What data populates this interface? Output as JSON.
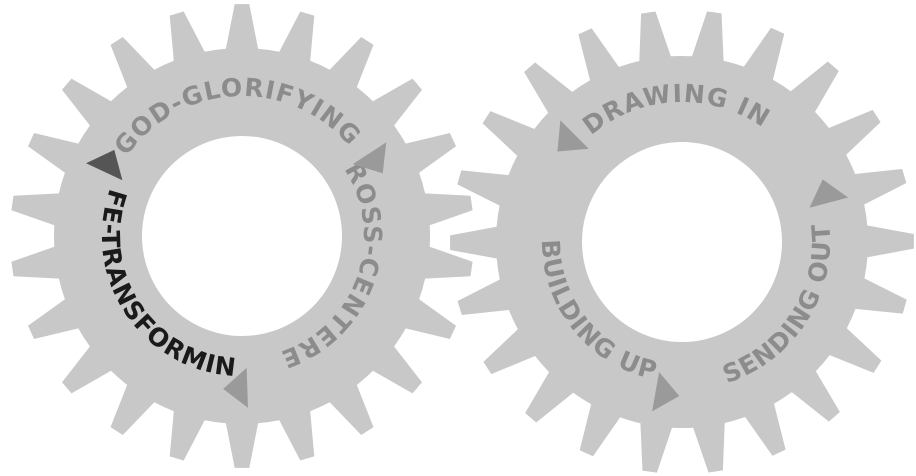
{
  "colors": {
    "gear_fill": "#c8c8c8",
    "text_light": "#8c8c8c",
    "text_dark": "#1a1a1a",
    "arrow_light": "#9a9a9a",
    "arrow_dark": "#555555"
  },
  "gears": [
    {
      "name": "left-gear",
      "labels": [
        {
          "text": "GOD-GLORIFYING",
          "style": "light"
        },
        {
          "text": "CROSS-CENTERED",
          "style": "light"
        },
        {
          "text": "LIFE-TRANSFORMING",
          "style": "dark"
        }
      ],
      "arrows": [
        {
          "name": "arrow-after-god-glorifying",
          "style": "light"
        },
        {
          "name": "arrow-after-cross-centered",
          "style": "light"
        },
        {
          "name": "arrow-after-life-transforming",
          "style": "dark"
        }
      ]
    },
    {
      "name": "right-gear",
      "labels": [
        {
          "text": "DRAWING IN",
          "style": "light"
        },
        {
          "text": "SENDING OUT",
          "style": "light"
        },
        {
          "text": "BUILDING UP",
          "style": "light"
        }
      ],
      "arrows": [
        {
          "name": "arrow-after-drawing-in",
          "style": "light"
        },
        {
          "name": "arrow-after-sending-out",
          "style": "light"
        },
        {
          "name": "arrow-after-building-up",
          "style": "light"
        }
      ]
    }
  ]
}
